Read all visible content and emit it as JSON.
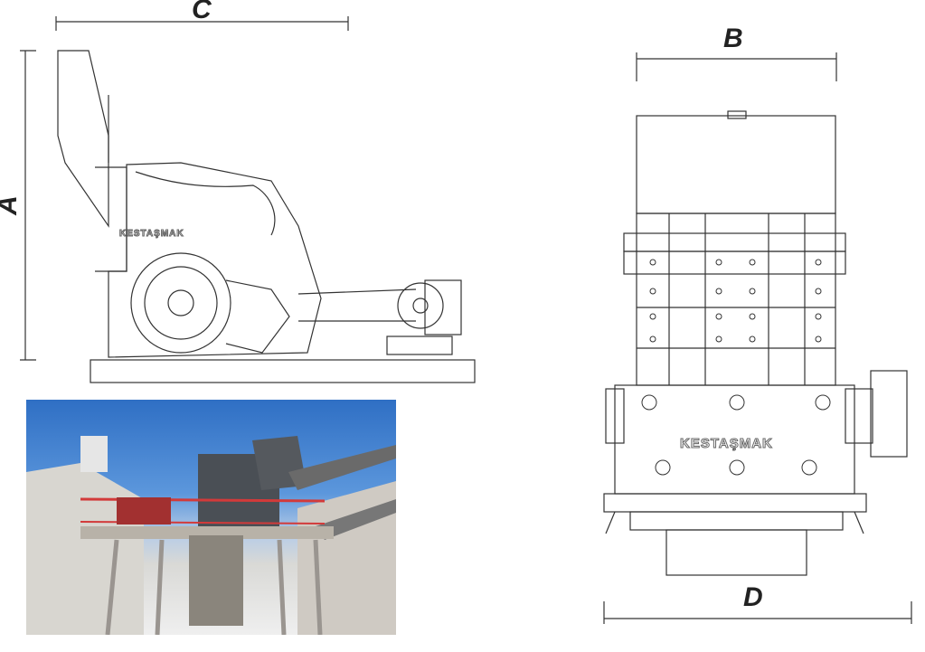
{
  "dimensions": {
    "a": "A",
    "b": "B",
    "c": "C",
    "d": "D"
  },
  "brand": {
    "logo_text": "KESTAŞMAK"
  },
  "colors": {
    "line": "#333333",
    "sky": "#3f7fd0",
    "railing": "#d23a3a"
  }
}
